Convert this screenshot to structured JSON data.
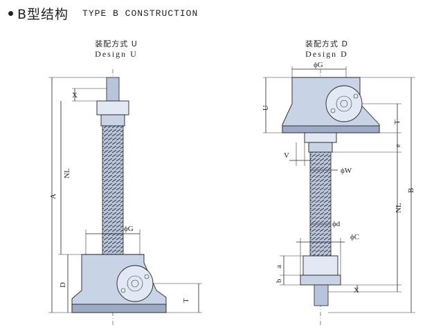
{
  "heading": {
    "cn": "B型结构",
    "en": "TYPE B CONSTRUCTION"
  },
  "left": {
    "caption_cn": "装配方式 U",
    "caption_en": "Design U",
    "labels": {
      "X": "X",
      "NL": "NL",
      "A": "A",
      "G": "ϕG",
      "D": "D",
      "T": "T"
    }
  },
  "right": {
    "caption_cn": "装配方式 D",
    "caption_en": "Design D",
    "labels": {
      "G": "ϕG",
      "U": "U",
      "T": "T",
      "e": "e",
      "V": "V",
      "W": "ϕW",
      "B": "B",
      "NL": "NL",
      "d": "ϕd",
      "C": "ϕC",
      "a": "a",
      "b": "b",
      "X": "X"
    }
  }
}
